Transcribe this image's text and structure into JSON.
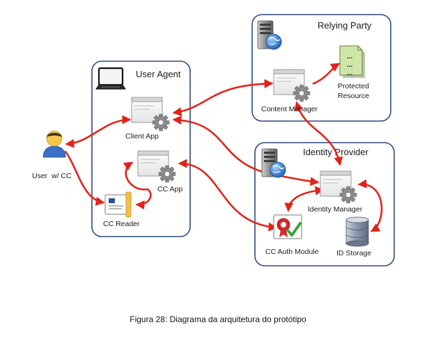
{
  "groups": {
    "user_agent": "User Agent",
    "relying_party": "Relying Party",
    "identity_provider": "Identity Provider"
  },
  "nodes": {
    "user": "User  w/ CC",
    "client_app": "Client App",
    "cc_app": "CC App",
    "cc_reader": "CC Reader",
    "content_manager": "Content Manager",
    "protected_resource": [
      "Protected",
      "Resource"
    ],
    "identity_manager": "Identity Manager",
    "cc_auth_module": "CC Auth Module",
    "id_storage": "ID Storage"
  },
  "doc_glyph": "...",
  "caption": "Figura 28: Diagrama da arquitetura do protótipo",
  "colors": {
    "group_border": "#2c4a7a",
    "arrow": "#e2231a",
    "gear": "#8c8c8c",
    "document": "#cfe6a8",
    "user_body": "#3a6fc4",
    "user_skin": "#f2c84b",
    "storage": "#9aa6b8"
  },
  "icons": {
    "laptop": "laptop-icon",
    "server": "server-globe-icon",
    "gear": "gear-icon",
    "document": "document-icon",
    "user": "user-icon",
    "reader": "card-reader-icon",
    "certificate": "certificate-icon",
    "database": "database-icon"
  }
}
